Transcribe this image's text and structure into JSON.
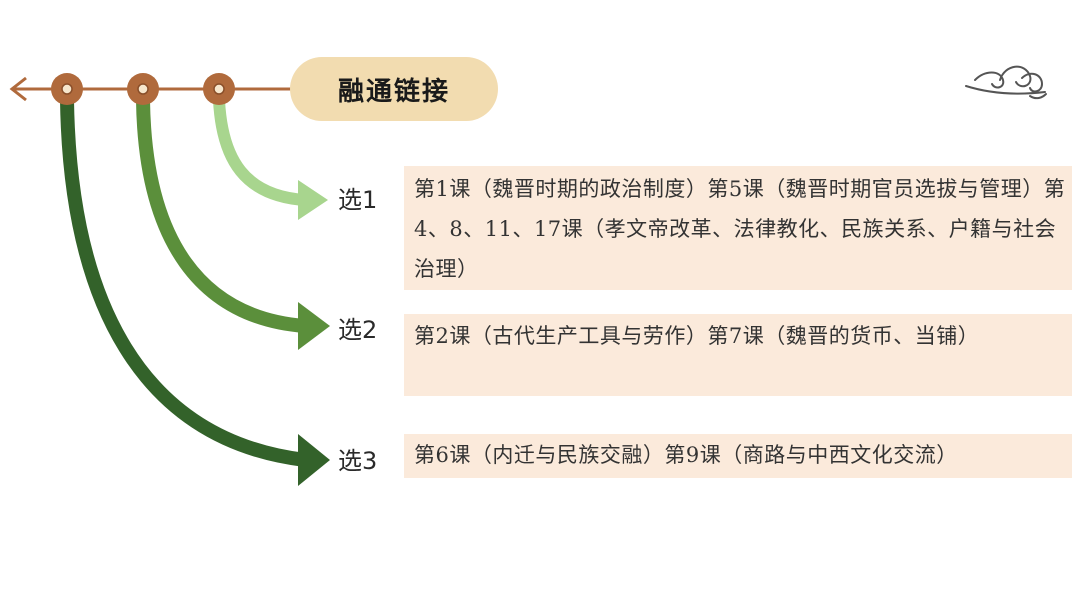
{
  "title": "融通链接",
  "colors": {
    "timeline": "#b06a3c",
    "title_bg": "#f2dcb0",
    "panel_bg": "#fbeadb",
    "arrow_light": "#a8d58e",
    "arrow_mid": "#5b8f3b",
    "arrow_dark": "#33622a"
  },
  "options": [
    {
      "label": "选1",
      "text": "第1课（魏晋时期的政治制度）第5课（魏晋时期官员选拔与管理）第4、8、11、17课（孝文帝改革、法律教化、民族关系、户籍与社会治理）"
    },
    {
      "label": "选2",
      "text": "第2课（古代生产工具与劳作）第7课（魏晋的货币、当铺）"
    },
    {
      "label": "选3",
      "text": "第6课（内迁与民族交融）第9课（商路与中西文化交流）"
    }
  ],
  "decoration": "cloud-icon"
}
